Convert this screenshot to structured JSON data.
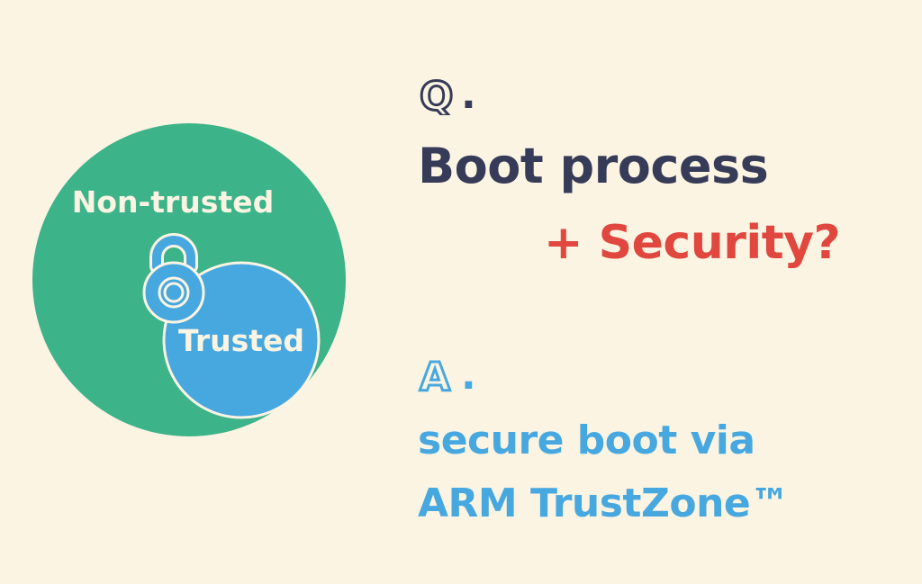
{
  "diagram": {
    "outer_label": "Non-trusted",
    "inner_label": "Trusted",
    "colors": {
      "outer_fill": "#3cb389",
      "inner_fill": "#47a8e0",
      "outline": "#fcf4e3",
      "label": "#fcf4e3"
    },
    "icon": "padlock-icon"
  },
  "question": {
    "marker": "Q",
    "marker_suffix": ".",
    "line1": "Boot process",
    "line2": "+ Security?",
    "colors": {
      "marker": "#363b57",
      "line1": "#363b57",
      "line2": "#e0473e"
    }
  },
  "answer": {
    "marker": "A",
    "marker_suffix": ".",
    "line1": "secure boot via",
    "line2": "ARM TrustZone™",
    "colors": {
      "text": "#47a8e0"
    }
  }
}
